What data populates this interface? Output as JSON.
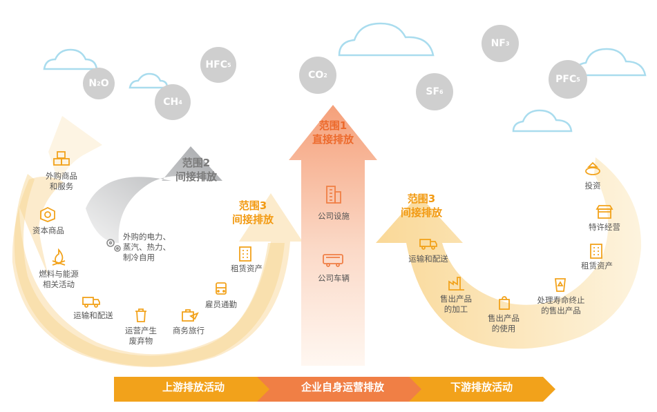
{
  "gases": {
    "n2o": {
      "main": "N",
      "sub": "2",
      "tail": "O"
    },
    "hfc": {
      "main": "HFC",
      "sub": "5"
    },
    "ch4": {
      "main": "CH",
      "sub": "4"
    },
    "co2": {
      "main": "CO",
      "sub": "2"
    },
    "sf6": {
      "main": "SF",
      "sub": "6"
    },
    "nf3": {
      "main": "NF",
      "sub": "3"
    },
    "pfc": {
      "main": "PFC",
      "sub": "5"
    }
  },
  "scopes": {
    "scope1": "范围1\n直接排放",
    "scope2": "范围2\n间接排放",
    "scope3_up": "范围3\n间接排放",
    "scope3_down": "范围3\n间接排放"
  },
  "upstream": {
    "purchased_goods": "外购商品\n和服务",
    "capital_goods": "资本商品",
    "fuel_energy": "燃料与能源\n相关活动",
    "transport": "运输和配送",
    "waste": "运营产生\n废弃物",
    "business_travel": "商务旅行",
    "commuting": "雇员通勤",
    "leased_assets": "租赁资产",
    "purchased_power": "外购的电力、\n蒸汽、热力、\n制冷自用"
  },
  "direct": {
    "facilities": "公司设施",
    "vehicles": "公司车辆"
  },
  "downstream": {
    "investments": "投资",
    "franchises": "特许经营",
    "leased_assets": "租赁资产",
    "end_of_life": "处理寿命终止\n的售出产品",
    "use_of_products": "售出产品\n的使用",
    "processing": "售出产品\n的加工",
    "transport": "运输和配送"
  },
  "bottom_bar": {
    "upstream": "上游排放活动",
    "company": "企业自身运营排放",
    "downstream": "下游排放活动"
  },
  "colors": {
    "orange": "#f2a21b",
    "orange_light": "#f9d48c",
    "red_orange": "#f07f45",
    "gray": "#a7a9ac",
    "cloud": "#a9dcee",
    "gas": "#cfcfcf"
  }
}
